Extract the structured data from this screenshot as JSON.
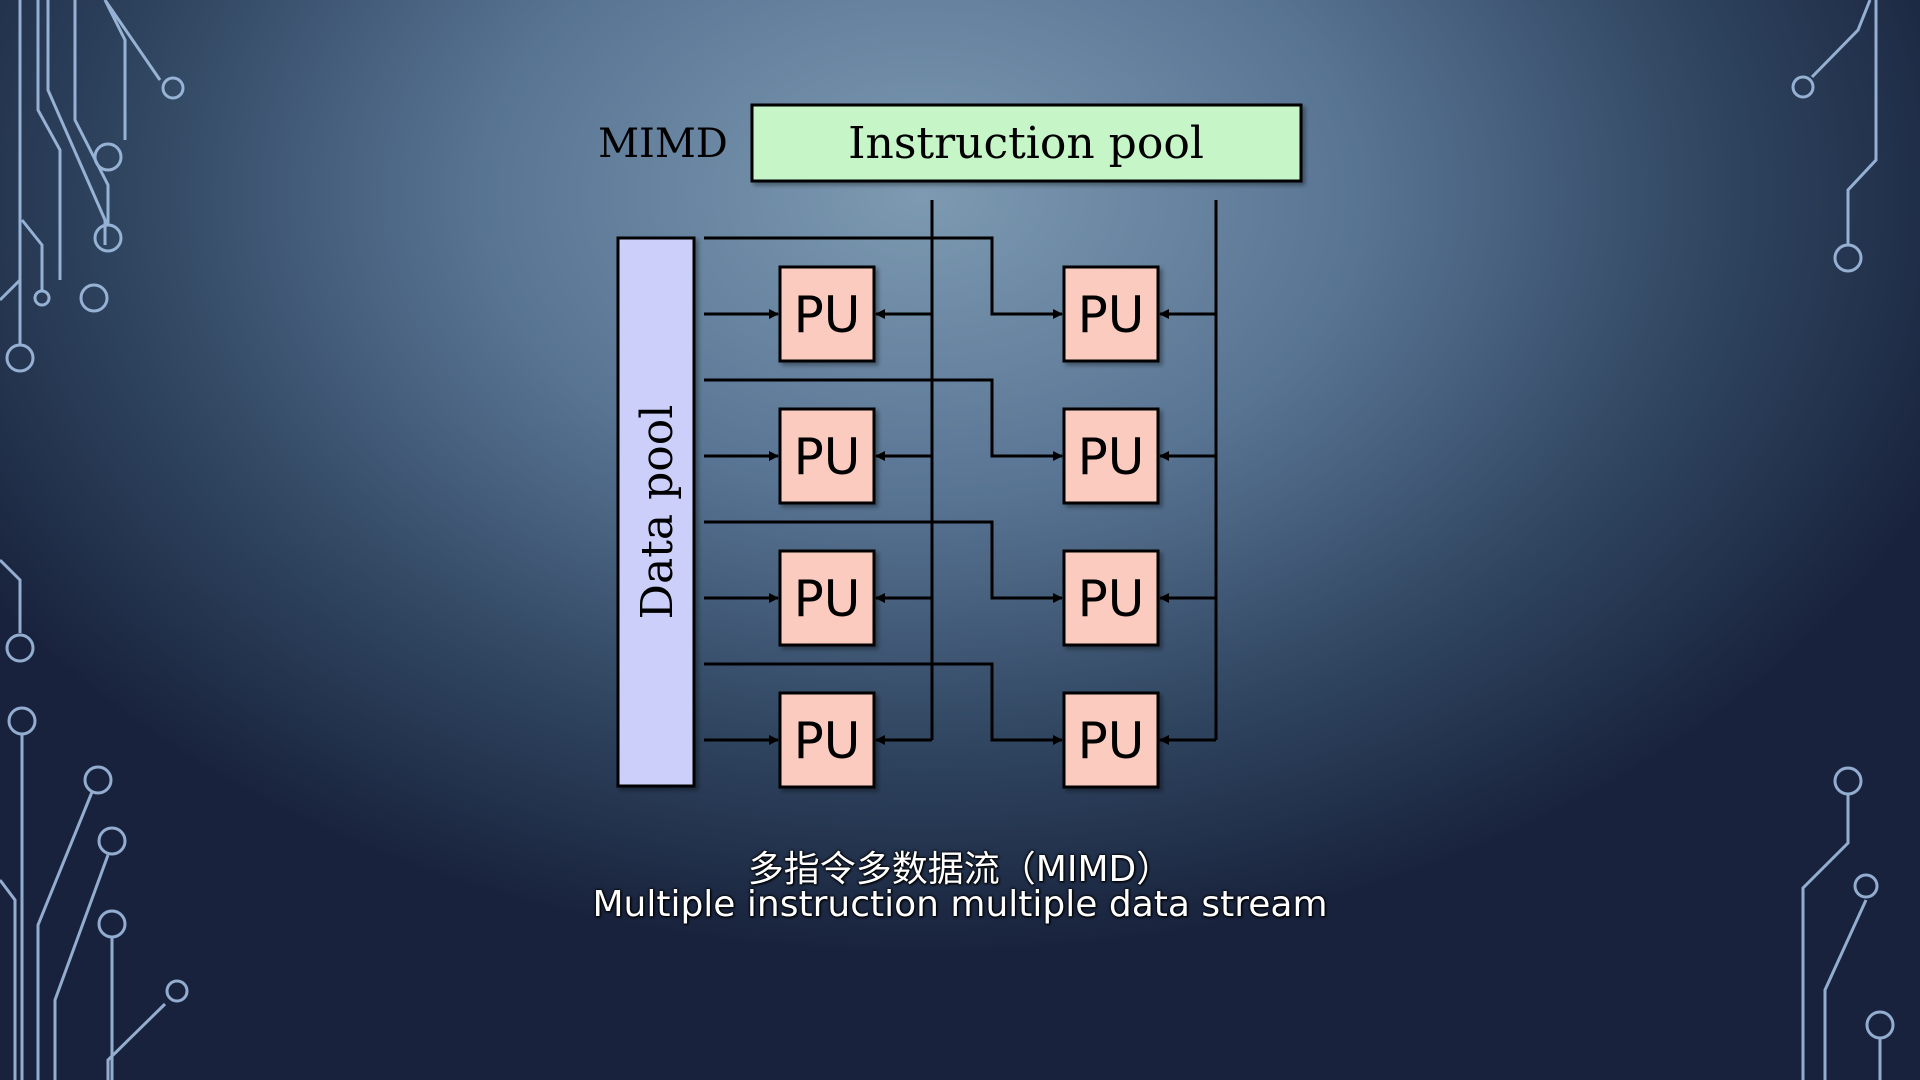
{
  "diagram": {
    "label": "MIMD",
    "instruction_pool": "Instruction pool",
    "data_pool": "Data pool",
    "processing_unit": "PU",
    "colors": {
      "instruction_pool_fill": "#c6f5c8",
      "data_pool_fill": "#cbcffa",
      "pu_fill": "#fbcbc0",
      "stroke": "#000000"
    }
  },
  "caption": {
    "chinese": "多指令多数据流（MIMD）",
    "english": "Multiple instruction multiple data stream"
  },
  "decoration": {
    "theme": "circuit-board",
    "line_color": "#9fc0e6"
  }
}
